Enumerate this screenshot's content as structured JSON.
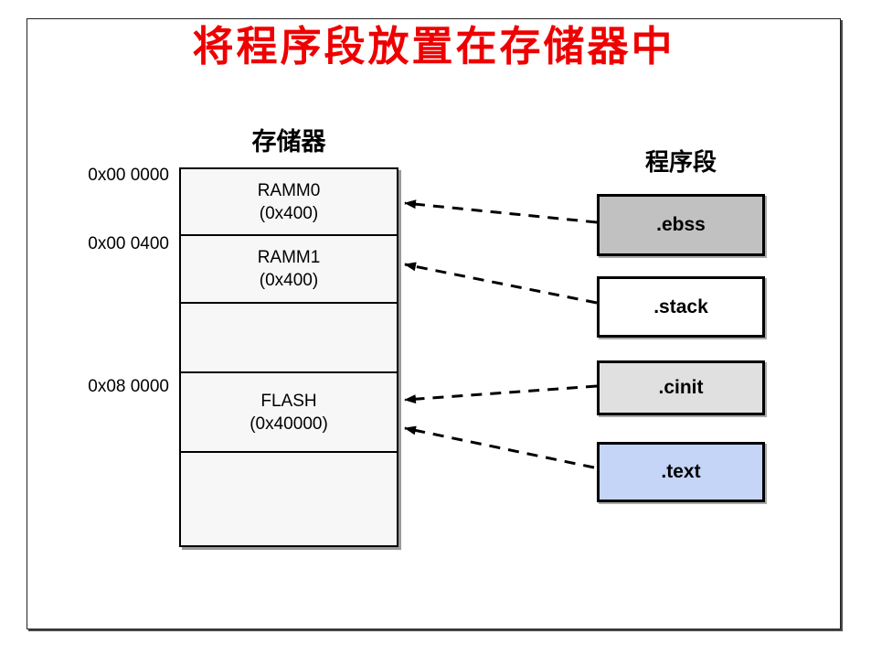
{
  "slide": {
    "title": "将程序段放置在存储器中",
    "memory": {
      "heading": "存储器",
      "addresses": [
        "0x00 0000",
        "0x00 0400",
        "0x08 0000"
      ],
      "blocks": [
        {
          "name": "RAMM0",
          "size": "(0x400)"
        },
        {
          "name": "RAMM1",
          "size": "(0x400)"
        },
        {
          "name": "",
          "size": ""
        },
        {
          "name": "FLASH",
          "size": "(0x40000)"
        },
        {
          "name": "",
          "size": ""
        }
      ]
    },
    "sections": {
      "heading": "程序段",
      "items": [
        {
          "label": ".ebss",
          "bg": "#c1c1c1"
        },
        {
          "label": ".stack",
          "bg": "#ffffff"
        },
        {
          "label": ".cinit",
          "bg": "#e0e0e0"
        },
        {
          "label": ".text",
          "bg": "#c5d5f8"
        }
      ]
    },
    "links": [
      {
        "from": ".ebss",
        "to": "RAMM0"
      },
      {
        "from": ".stack",
        "to": "RAMM1"
      },
      {
        "from": ".cinit",
        "to": "FLASH"
      },
      {
        "from": ".text",
        "to": "FLASH"
      }
    ],
    "colors": {
      "title": "#ee0000",
      "memory_fill": "#f7f7f7",
      "line": "#000000"
    }
  }
}
